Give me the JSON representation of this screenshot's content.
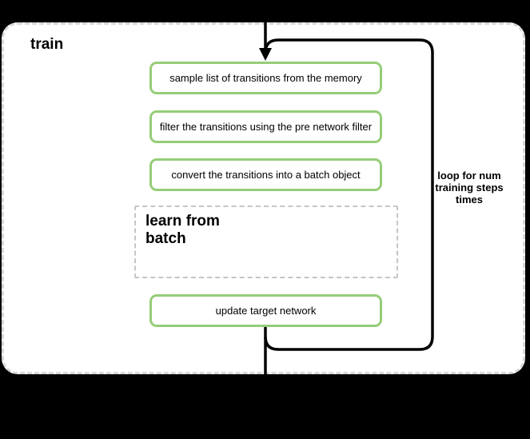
{
  "diagram": {
    "container_label": "train",
    "steps": [
      {
        "label": "sample list of transitions from the memory"
      },
      {
        "label": "filter the transitions using the pre network filter"
      },
      {
        "label": "convert the transitions into a batch object"
      }
    ],
    "subprocess": {
      "lines": [
        "learn from",
        "batch"
      ]
    },
    "final_step": {
      "label": "update target network"
    },
    "loop_annotation": {
      "lines": [
        "loop for num",
        "training steps",
        "times"
      ]
    }
  },
  "colors": {
    "page_background": "#000000",
    "container_fill": "#ffffff",
    "container_dash_border": "#d9d9d9",
    "step_border_green": "#96cd78",
    "subprocess_dash_border": "#c6c6c6",
    "flow_line": "#000000",
    "text": "#000000"
  }
}
